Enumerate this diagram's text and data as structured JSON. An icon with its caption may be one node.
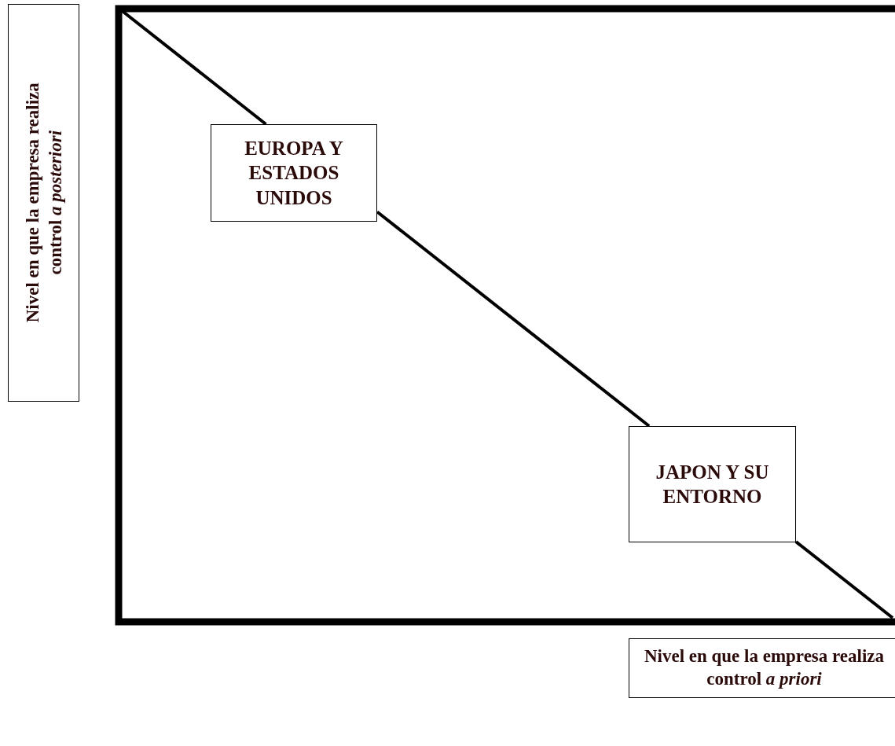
{
  "diagram": {
    "nodes": [
      {
        "text": [
          "EUROPA Y ESTADOS UNIDOS"
        ]
      },
      {
        "text": [
          "JAPON Y SU ENTORNO"
        ]
      },
      {
        "text": [
          "Nivel en que la empresa realiza control *a posteriori*"
        ]
      },
      {
        "text": [
          "Nivel en que la empresa realiza control *a priori*"
        ]
      }
    ],
    "edges": [
      {
        "from": null,
        "to": 0,
        "arrow": "none"
      },
      {
        "from": 0,
        "to": 1,
        "arrow": "none"
      },
      {
        "from": 1,
        "to": null,
        "arrow": "none"
      }
    ]
  }
}
